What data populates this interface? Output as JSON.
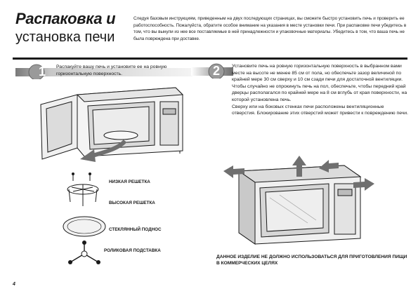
{
  "header": {
    "title_line1": "Распаковка и",
    "title_line2": "установка печи",
    "intro": "Следуя базовым инструкциям, приведенным на двух последующих страницах, вы сможете быстро установить печь и проверить ее работоспособность. Пожалуйста, обратите особое внимание на указания в месте установки печи. При распаковке печи убедитесь в том, что вы вынули из нее все поставляемые в ней принадлежности и упаковочные материалы. Убедитесь в том, что ваша печь не была повреждена при доставке."
  },
  "step1": {
    "number": "1",
    "text": "Распакуйте вашу печь и установите ее на ровную горизонтальную поверхность."
  },
  "step2": {
    "number": "2",
    "text": "Установите печь на ровную горизонтальную поверхность в выбранном вами месте на высоте не менее 85 см от пола, но обеспечьте зазор величиной по крайней мере 30 см сверху и 10 см сзади печи для достаточной вентиляции. Чтобы случайно не опрокинуть печь на пол, обеспечьте, чтобы передний край дверцы располагался по крайней мере на 8 см вглубь от края поверхности, на которой установлена печь.",
    "text2": "Сверху или на боковых стенках печи расположены вентиляционные отверстия. Блокирование этих отверстий может привести к повреждению печи."
  },
  "parts": [
    {
      "label": "НИЗКАЯ РЕШЕТКА"
    },
    {
      "label": "ВЫСОКАЯ РЕШЕТКА"
    },
    {
      "label": "СТЕКЛЯННЫЙ ПОДНОС"
    },
    {
      "label": "РОЛИКОВАЯ ПОДСТАВКА"
    }
  ],
  "warning": "ДАННОЕ ИЗДЕЛИЕ НЕ ДОЛЖНО ИСПОЛЬЗОВАТЬСЯ ДЛЯ ПРИГОТОВЛЕНИЯ ПИЩИ В КОММЕРЧЕСКИХ ЦЕЛЯХ",
  "page_number": "4",
  "colors": {
    "banner_light": "#e4e4e4",
    "banner_dark": "#8a8a8a",
    "ink": "#1a1a1a",
    "arrow": "#6f6f6f"
  }
}
